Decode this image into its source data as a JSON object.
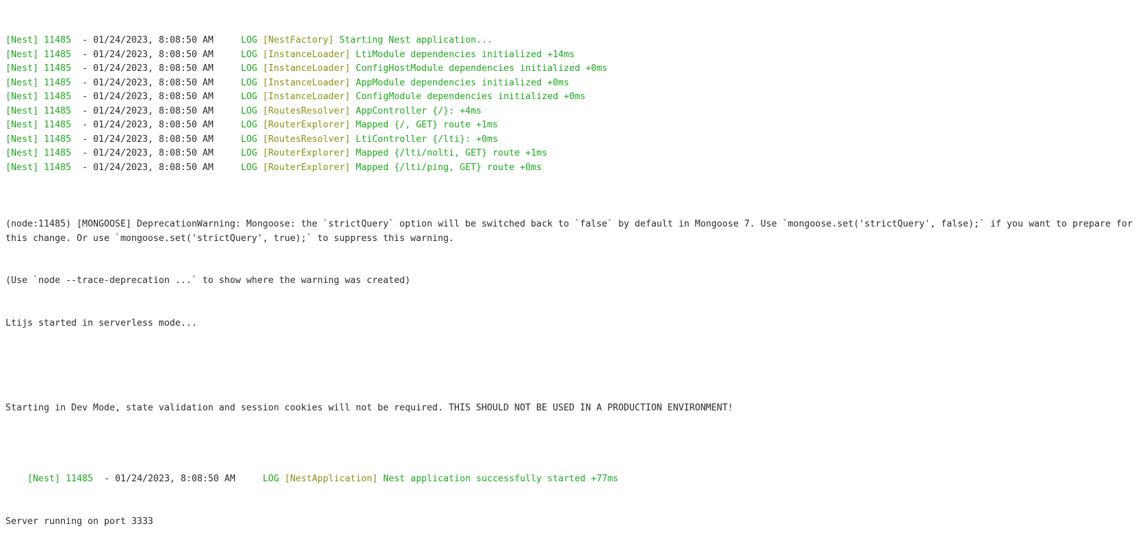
{
  "terminal": {
    "title": "nest-application-terminal-output",
    "colors": {
      "background": "#ffffff",
      "nest_prefix": "#1ea81e",
      "context": "#8f8f16",
      "message": "#1ea81e",
      "plain_text": "#2b2b2b"
    },
    "nest_lines": [
      {
        "prefix": "[Nest]",
        "pid": "11485",
        "dash": "-",
        "timestamp": "01/24/2023, 8:08:50 AM",
        "level": "LOG",
        "context": "[NestFactory]",
        "message": "Starting Nest application..."
      },
      {
        "prefix": "[Nest]",
        "pid": "11485",
        "dash": "-",
        "timestamp": "01/24/2023, 8:08:50 AM",
        "level": "LOG",
        "context": "[InstanceLoader]",
        "message": "LtiModule dependencies initialized +14ms"
      },
      {
        "prefix": "[Nest]",
        "pid": "11485",
        "dash": "-",
        "timestamp": "01/24/2023, 8:08:50 AM",
        "level": "LOG",
        "context": "[InstanceLoader]",
        "message": "ConfigHostModule dependencies initialized +0ms"
      },
      {
        "prefix": "[Nest]",
        "pid": "11485",
        "dash": "-",
        "timestamp": "01/24/2023, 8:08:50 AM",
        "level": "LOG",
        "context": "[InstanceLoader]",
        "message": "AppModule dependencies initialized +0ms"
      },
      {
        "prefix": "[Nest]",
        "pid": "11485",
        "dash": "-",
        "timestamp": "01/24/2023, 8:08:50 AM",
        "level": "LOG",
        "context": "[InstanceLoader]",
        "message": "ConfigModule dependencies initialized +0ms"
      },
      {
        "prefix": "[Nest]",
        "pid": "11485",
        "dash": "-",
        "timestamp": "01/24/2023, 8:08:50 AM",
        "level": "LOG",
        "context": "[RoutesResolver]",
        "message": "AppController {/}: +4ms"
      },
      {
        "prefix": "[Nest]",
        "pid": "11485",
        "dash": "-",
        "timestamp": "01/24/2023, 8:08:50 AM",
        "level": "LOG",
        "context": "[RouterExplorer]",
        "message": "Mapped {/, GET} route +1ms"
      },
      {
        "prefix": "[Nest]",
        "pid": "11485",
        "dash": "-",
        "timestamp": "01/24/2023, 8:08:50 AM",
        "level": "LOG",
        "context": "[RoutesResolver]",
        "message": "LtiController {/lti}: +0ms"
      },
      {
        "prefix": "[Nest]",
        "pid": "11485",
        "dash": "-",
        "timestamp": "01/24/2023, 8:08:50 AM",
        "level": "LOG",
        "context": "[RouterExplorer]",
        "message": "Mapped {/lti/nolti, GET} route +1ms"
      },
      {
        "prefix": "[Nest]",
        "pid": "11485",
        "dash": "-",
        "timestamp": "01/24/2023, 8:08:50 AM",
        "level": "LOG",
        "context": "[RouterExplorer]",
        "message": "Mapped {/lti/ping, GET} route +0ms"
      }
    ],
    "deprecation_warning": "(node:11485) [MONGOOSE] DeprecationWarning: Mongoose: the `strictQuery` option will be switched back to `false` by default in Mongoose 7. Use `mongoose.set('strictQuery', false);` if you want to prepare for this change. Or use `mongoose.set('strictQuery', true);` to suppress this warning.",
    "trace_hint": "(Use `node --trace-deprecation ...` to show where the warning was created)",
    "serverless_line": "Ltijs started in serverless mode...",
    "dev_mode_line": "Starting in Dev Mode, state validation and session cookies will not be required. THIS SHOULD NOT BE USED IN A PRODUCTION ENVIRONMENT!",
    "final_nest_line": {
      "prefix": "[Nest]",
      "pid": "11485",
      "dash": "-",
      "timestamp": "01/24/2023, 8:08:50 AM",
      "level": "LOG",
      "context": "[NestApplication]",
      "message": "Nest application successfully started +77ms"
    },
    "server_running_line": "Server running on port 3333"
  }
}
